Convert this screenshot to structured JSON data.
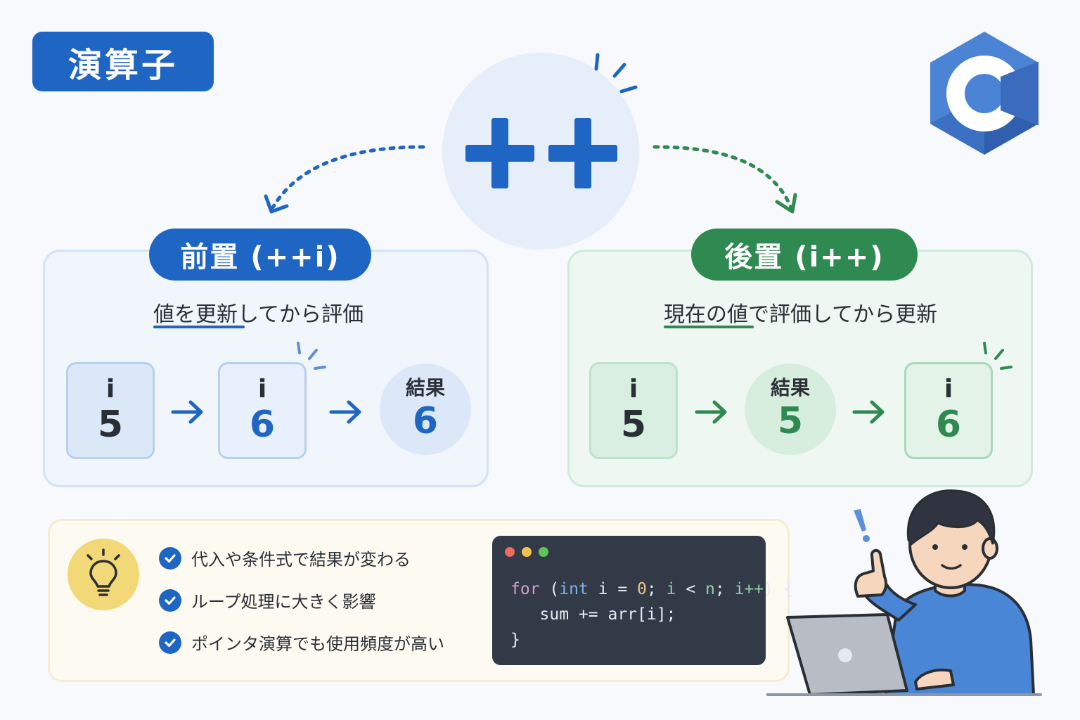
{
  "title": "演算子",
  "operator": "++",
  "prefix": {
    "label": "前置 (++i)",
    "description": "値を更新してから評価",
    "steps": [
      {
        "name": "i",
        "value": "5"
      },
      {
        "name": "i",
        "value": "6"
      },
      {
        "name": "結果",
        "value": "6"
      }
    ]
  },
  "postfix": {
    "label": "後置 (i++)",
    "description": "現在の値で評価してから更新",
    "steps": [
      {
        "name": "i",
        "value": "5"
      },
      {
        "name": "結果",
        "value": "5"
      },
      {
        "name": "i",
        "value": "6"
      }
    ]
  },
  "tips": [
    "代入や条件式で結果が変わる",
    "ループ処理に大きく影響",
    "ポインタ演算でも使用頻度が高い"
  ],
  "code": {
    "line1": {
      "kw": "for",
      "p1": " (",
      "ty": "int",
      "p2": " i = ",
      "num": "0",
      "p3": "; ",
      "v1": "i",
      "p4": " < ",
      "v2": "n",
      "p5": "; ",
      "v3": "i++",
      "p6": ") {"
    },
    "line2": "   sum += arr[i];",
    "line3": "}"
  },
  "colors": {
    "accent_blue": "#1f65c3",
    "accent_green": "#2f8a51",
    "code_bg": "#323a47"
  },
  "icons": [
    "c-language-logo-icon",
    "lightbulb-icon",
    "check-icon",
    "arrow-right-icon",
    "person-with-laptop-illustration"
  ]
}
